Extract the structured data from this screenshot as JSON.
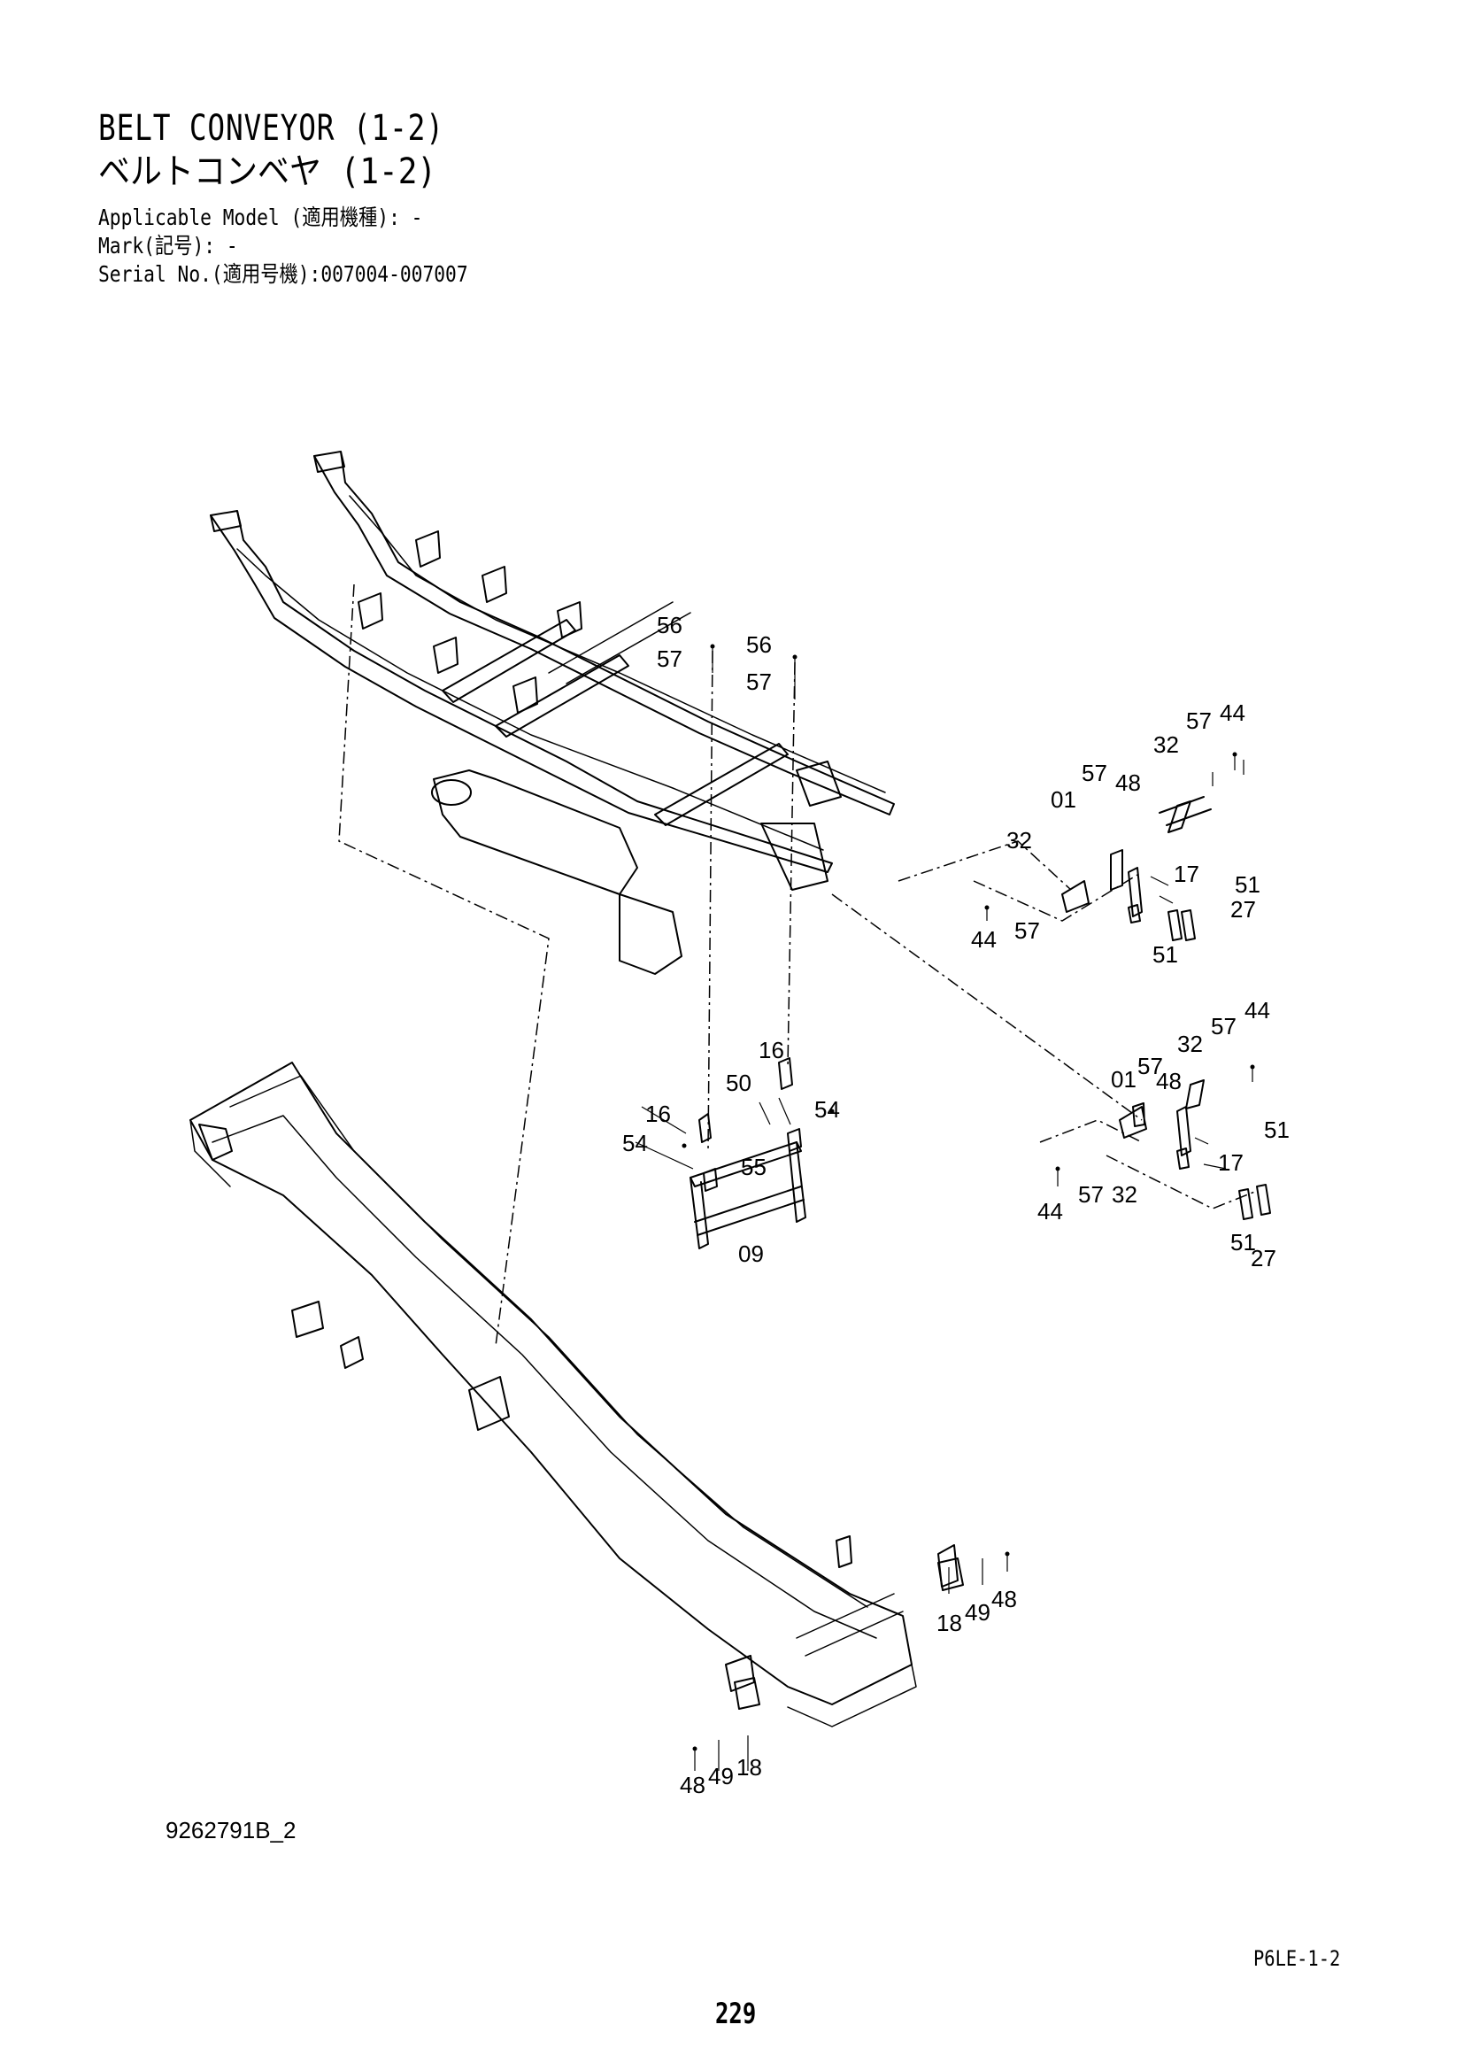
{
  "header": {
    "title_en": "BELT CONVEYOR (1-2)",
    "title_ja": "ベルトコンベヤ (1-2)",
    "applicable_model": "Applicable Model (適用機種): -",
    "mark": "Mark(記号): -",
    "serial_no": "Serial No.(適用号機):007004-007007"
  },
  "diagram": {
    "callouts": [
      "56",
      "57",
      "56",
      "57",
      "57",
      "44",
      "32",
      "57",
      "48",
      "01",
      "32",
      "17",
      "51",
      "27",
      "51",
      "44",
      "57",
      "16",
      "50",
      "54",
      "16",
      "54",
      "55",
      "09",
      "44",
      "32",
      "57",
      "01",
      "57",
      "48",
      "17",
      "51",
      "44",
      "57",
      "32",
      "51",
      "27",
      "18",
      "49",
      "48",
      "48",
      "49",
      "18"
    ]
  },
  "footer": {
    "drawing_id": "9262791B_2",
    "page_code": "P6LE-1-2",
    "page_number": "229"
  }
}
